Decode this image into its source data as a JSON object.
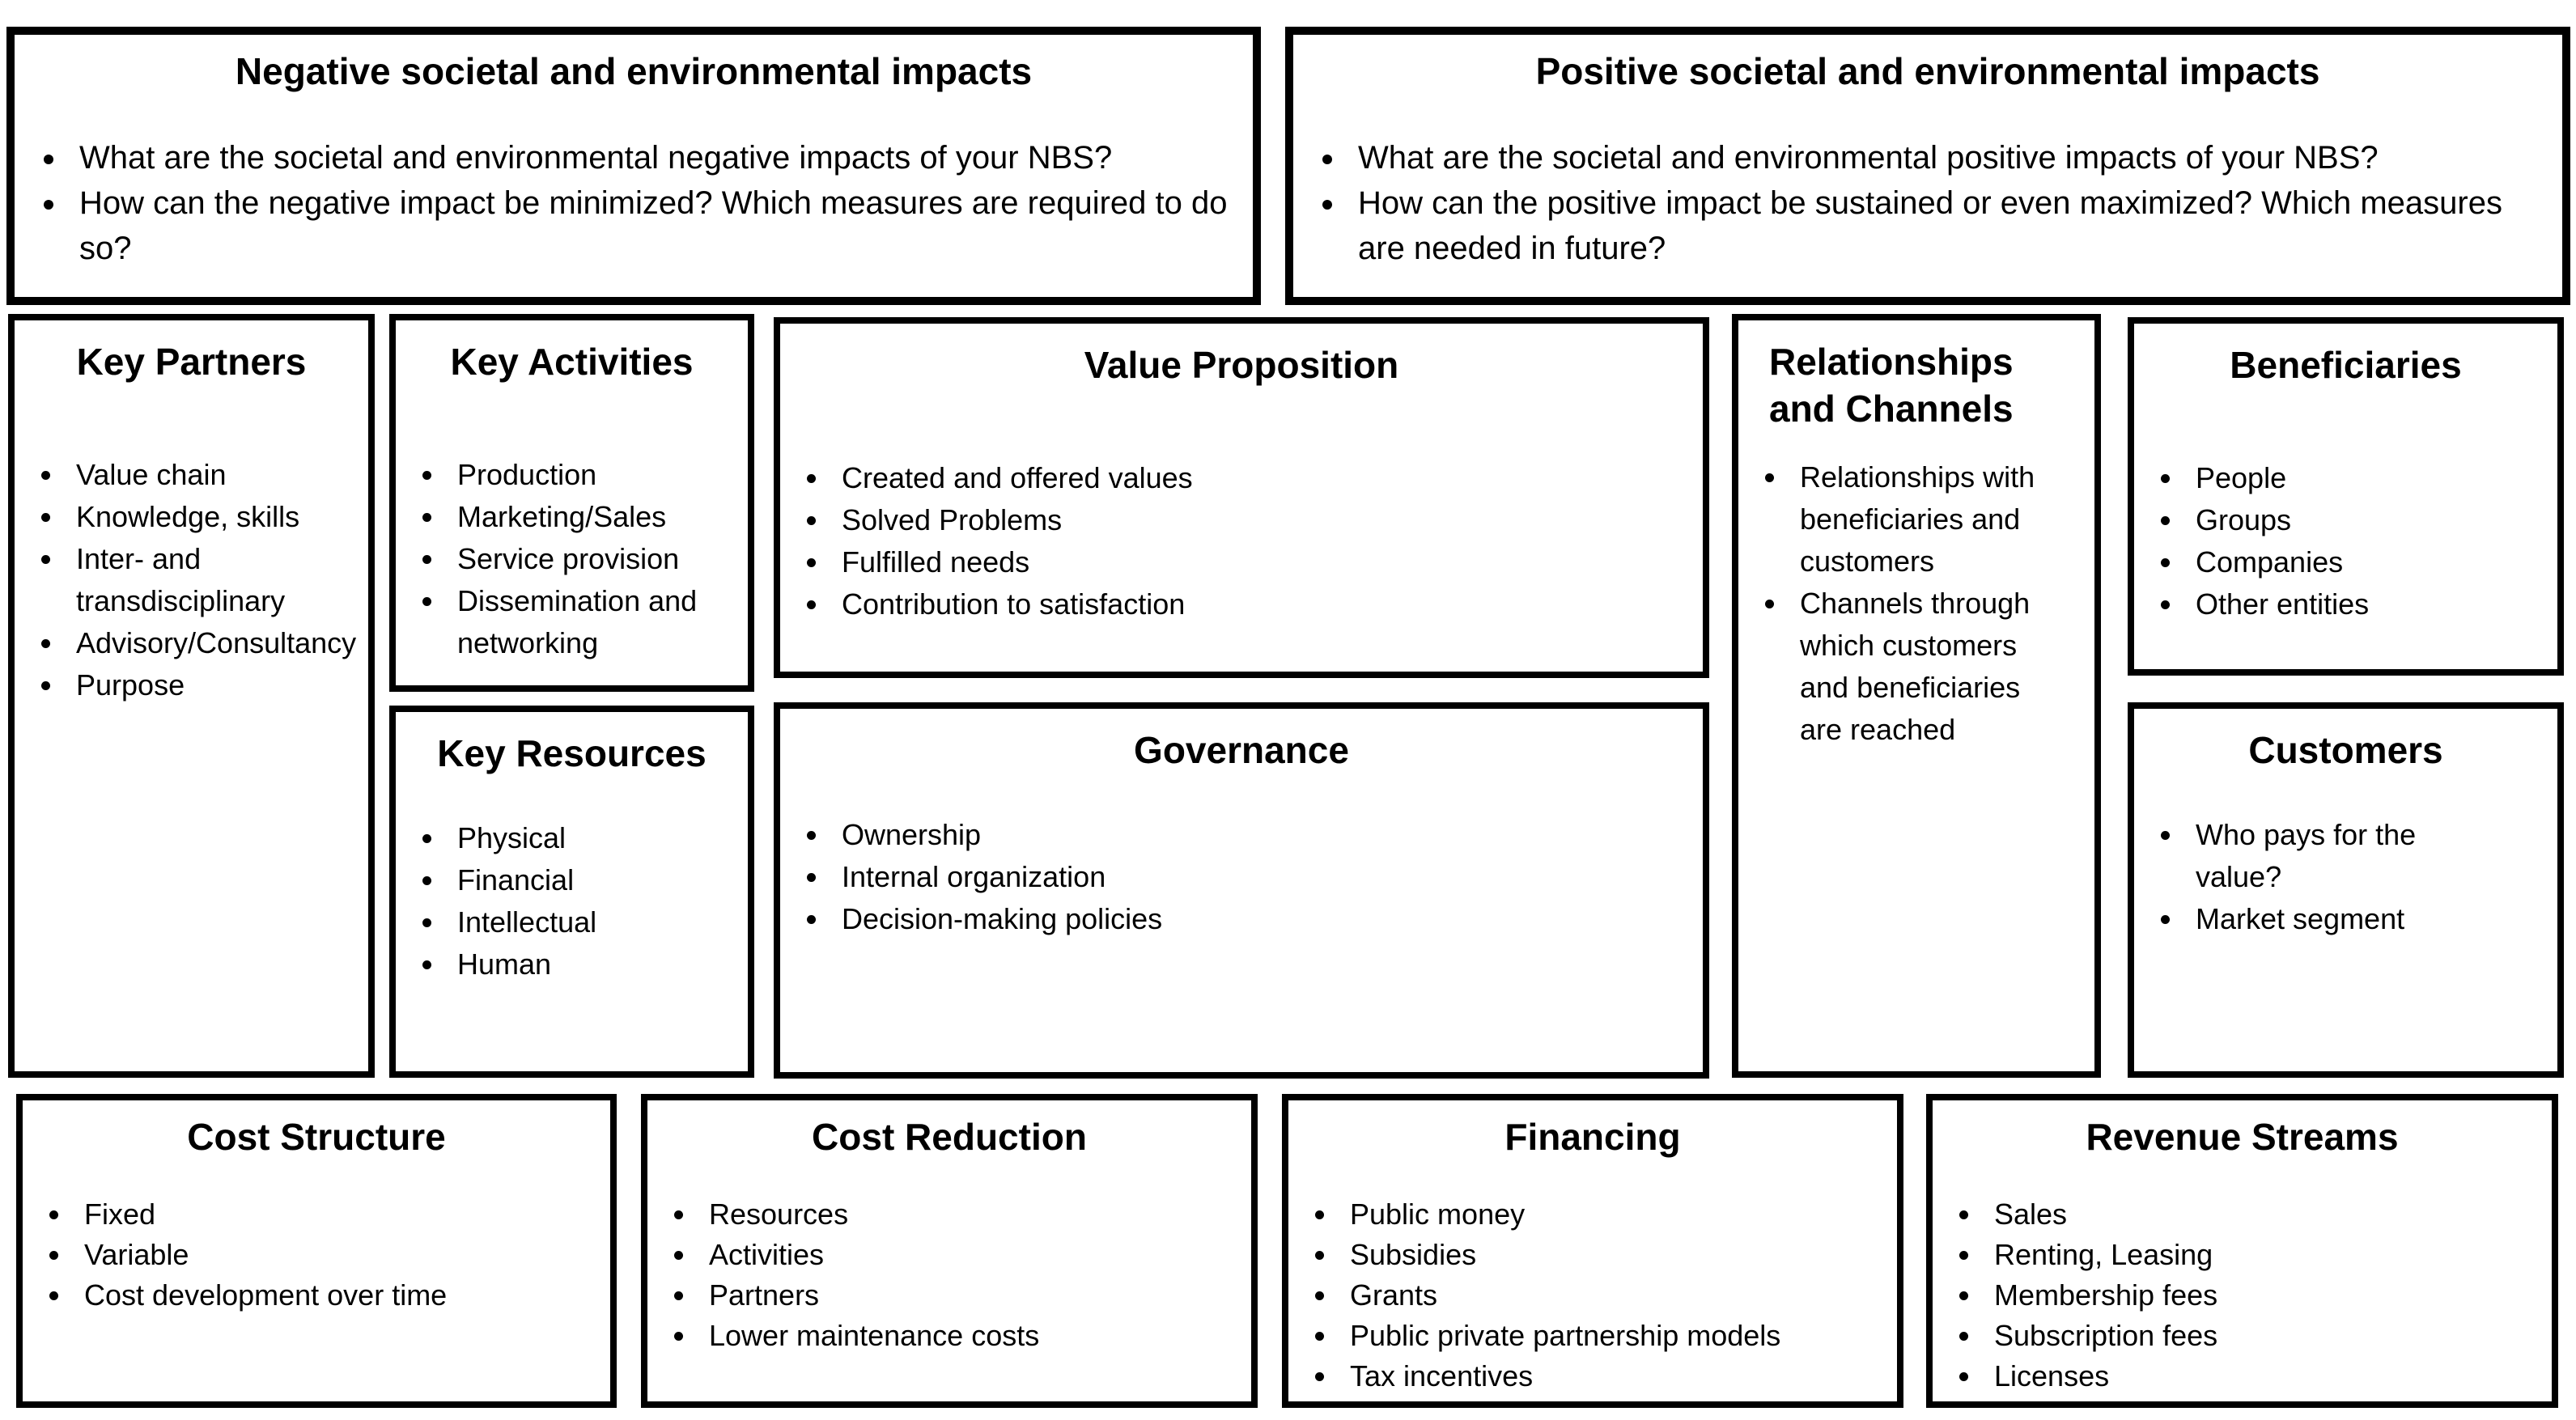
{
  "canvas": {
    "negative_impacts": {
      "title": "Negative societal and environmental impacts",
      "items": [
        "What are the societal and environmental negative impacts of your NBS?",
        "How can the negative impact be minimized? Which measures are required to do so?"
      ]
    },
    "positive_impacts": {
      "title": "Positive societal and environmental impacts",
      "items": [
        "What are the societal and environmental positive impacts of your NBS?",
        "How can the positive impact be sustained or even maximized? Which measures are needed in future?"
      ]
    },
    "key_partners": {
      "title": "Key Partners",
      "items": [
        "Value chain",
        "Knowledge, skills",
        "Inter- and transdisciplinary",
        "Advisory/Consultancy",
        "Purpose"
      ]
    },
    "key_activities": {
      "title": "Key Activities",
      "items": [
        "Production",
        "Marketing/Sales",
        "Service provision",
        "Dissemination and networking"
      ]
    },
    "key_resources": {
      "title": "Key Resources",
      "items": [
        "Physical",
        "Financial",
        "Intellectual",
        "Human"
      ]
    },
    "value_proposition": {
      "title": "Value Proposition",
      "items": [
        "Created and offered values",
        "Solved Problems",
        "Fulfilled needs",
        "Contribution to satisfaction"
      ]
    },
    "governance": {
      "title": "Governance",
      "items": [
        "Ownership",
        "Internal organization",
        "Decision-making policies"
      ]
    },
    "relationships_channels": {
      "title": "Relationships and Channels",
      "items": [
        "Relationships with beneficiaries and customers",
        "Channels through which customers and beneficiaries are reached"
      ]
    },
    "beneficiaries": {
      "title": "Beneficiaries",
      "items": [
        "People",
        "Groups",
        "Companies",
        "Other entities"
      ]
    },
    "customers": {
      "title": "Customers",
      "items": [
        "Who pays for the value?",
        "Market segment"
      ]
    },
    "cost_structure": {
      "title": "Cost Structure",
      "items": [
        "Fixed",
        "Variable",
        "Cost development over time"
      ]
    },
    "cost_reduction": {
      "title": "Cost Reduction",
      "items": [
        "Resources",
        "Activities",
        "Partners",
        "Lower maintenance costs"
      ]
    },
    "financing": {
      "title": "Financing",
      "items": [
        "Public money",
        "Subsidies",
        "Grants",
        "Public private partnership models",
        "Tax incentives"
      ]
    },
    "revenue_streams": {
      "title": "Revenue Streams",
      "items": [
        "Sales",
        "Renting, Leasing",
        "Membership fees",
        "Subscription fees",
        "Licenses"
      ]
    }
  }
}
